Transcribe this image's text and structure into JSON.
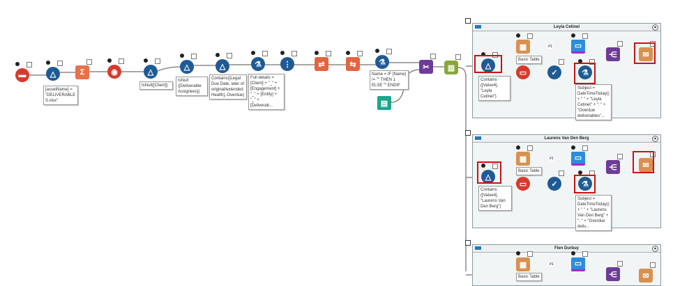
{
  "canvas": {
    "annotations": {
      "filter1": "[assetName] = \"DELIVERABLES.xlsx\"",
      "filter2": "IsNull([Client])",
      "filter3": "IsNull ([Deliverable Assignees])",
      "filter4": "Contains([Legal Due Date, later of original/extended Health],.Overdue)",
      "formula1": "Full details = [Client] + \"_\" + [Engagement] + \"_\" + [Entity] + \"_\" + [Deliverab...",
      "formula2": "Name = IF [Name] != \"\" THEN 1 ELSE \"\" ENDIF"
    },
    "containers": [
      {
        "title": "Leyla Cetinel",
        "filter_note": "Contains ([Value4], \"Leyla Cetinel\")",
        "table_label": "Basic Table",
        "formula_note": "Subject = DateTimeToday() + \" \" + \"Leyla Cetinel\" + \": \" + \"Overdue deliverables\"..."
      },
      {
        "title": "Laurens Van Den Berg",
        "filter_note": "Contains ([Value4], \"Laurens Van Den Berg\")",
        "table_label": "Basic Table",
        "formula_note": "Subject = DateTimeToday() + \" \" + \"Laurens Van Den Berg\" + \": \" + \"Overdue deliv..."
      },
      {
        "title": "Flen Durbuy",
        "table_label": "Basic Table"
      }
    ],
    "link_mark": "#1",
    "colors": {
      "highlight": "#cc1111",
      "filter": "#1e5b94",
      "container_bg": "#f1f5f6"
    }
  }
}
